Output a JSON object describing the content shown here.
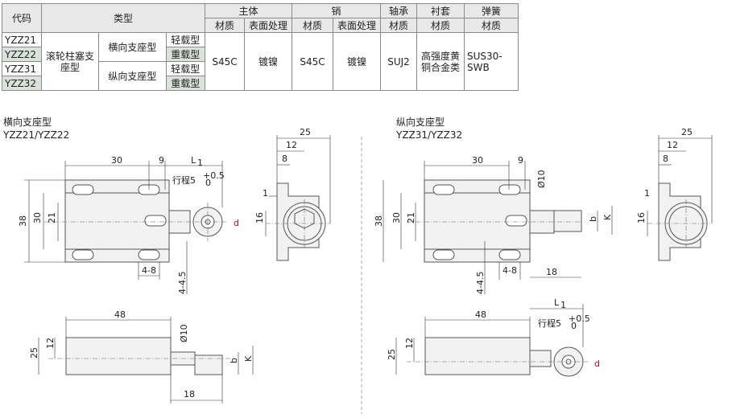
{
  "table": {
    "col_code": "代码",
    "col_type": "类型",
    "col_body": "主体",
    "col_pin": "销",
    "col_bearing": "轴承",
    "col_bushing": "衬套",
    "col_spring": "弹簧",
    "sub_material": "材质",
    "sub_surface": "表面处理",
    "codes": [
      "YZZ21",
      "YZZ22",
      "YZZ31",
      "YZZ32"
    ],
    "type_main": "滚轮柱塞支座型",
    "support_h": "横向支座型",
    "support_v": "纵向支座型",
    "load_light": "轻载型",
    "load_heavy": "重载型",
    "body_material": "S45C",
    "body_surface": "镀镍",
    "pin_material": "S45C",
    "pin_surface": "镀镍",
    "bearing_material": "SUJ2",
    "bushing_material": "高强度黄铜合金类",
    "spring_material": "SUS30-SWB"
  },
  "left_caption": {
    "title": "横向支座型",
    "codes": "YZZ21/YZZ22"
  },
  "right_caption": {
    "title": "纵向支座型",
    "codes": "YZZ31/YZZ32"
  },
  "dims": {
    "d25": "25",
    "d12": "12",
    "d8": "8",
    "d1": "1",
    "d16": "16",
    "d30": "30",
    "d9": "9",
    "L1": "L",
    "L1_sub": "1",
    "stroke": "行程5",
    "stroke_tol_up": "+0.5",
    "stroke_tol_dn": "0",
    "d38": "38",
    "d21": "21",
    "d48": "48",
    "d18": "18",
    "d4_8": "4-8",
    "d4_4_5": "4-4.5",
    "phi10": "Ø10",
    "d": "d",
    "b": "b",
    "K": "K"
  }
}
